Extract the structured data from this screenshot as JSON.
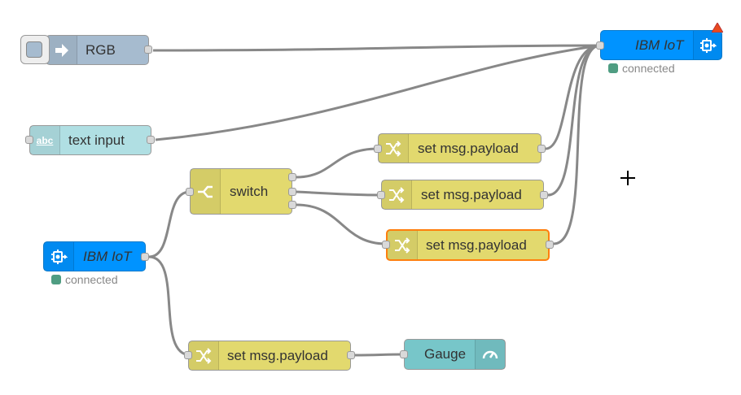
{
  "nodes": {
    "rgb": {
      "label": "RGB",
      "color": "#a6bbcf"
    },
    "text_input": {
      "label": "text input",
      "color": "#b0dfe3",
      "icon_text": "abc"
    },
    "ibm_iot_out": {
      "label": "IBM IoT",
      "color": "#0093ff",
      "status": "connected"
    },
    "ibm_iot_in": {
      "label": "IBM IoT",
      "color": "#0093ff",
      "status": "connected"
    },
    "switch": {
      "label": "switch",
      "color": "#e2d96e"
    },
    "change_1": {
      "label": "set msg.payload",
      "color": "#e2d96e"
    },
    "change_2": {
      "label": "set msg.payload",
      "color": "#e2d96e"
    },
    "change_3": {
      "label": "set msg.payload",
      "color": "#e2d96e",
      "selected": true
    },
    "change_4": {
      "label": "set msg.payload",
      "color": "#e2d96e"
    },
    "gauge": {
      "label": "Gauge",
      "color": "#77c6c9"
    }
  },
  "colors": {
    "wire": "#888888",
    "status_ok": "#4f9d82",
    "selection": "#ff7f0e",
    "warning": "#e84a1e"
  }
}
